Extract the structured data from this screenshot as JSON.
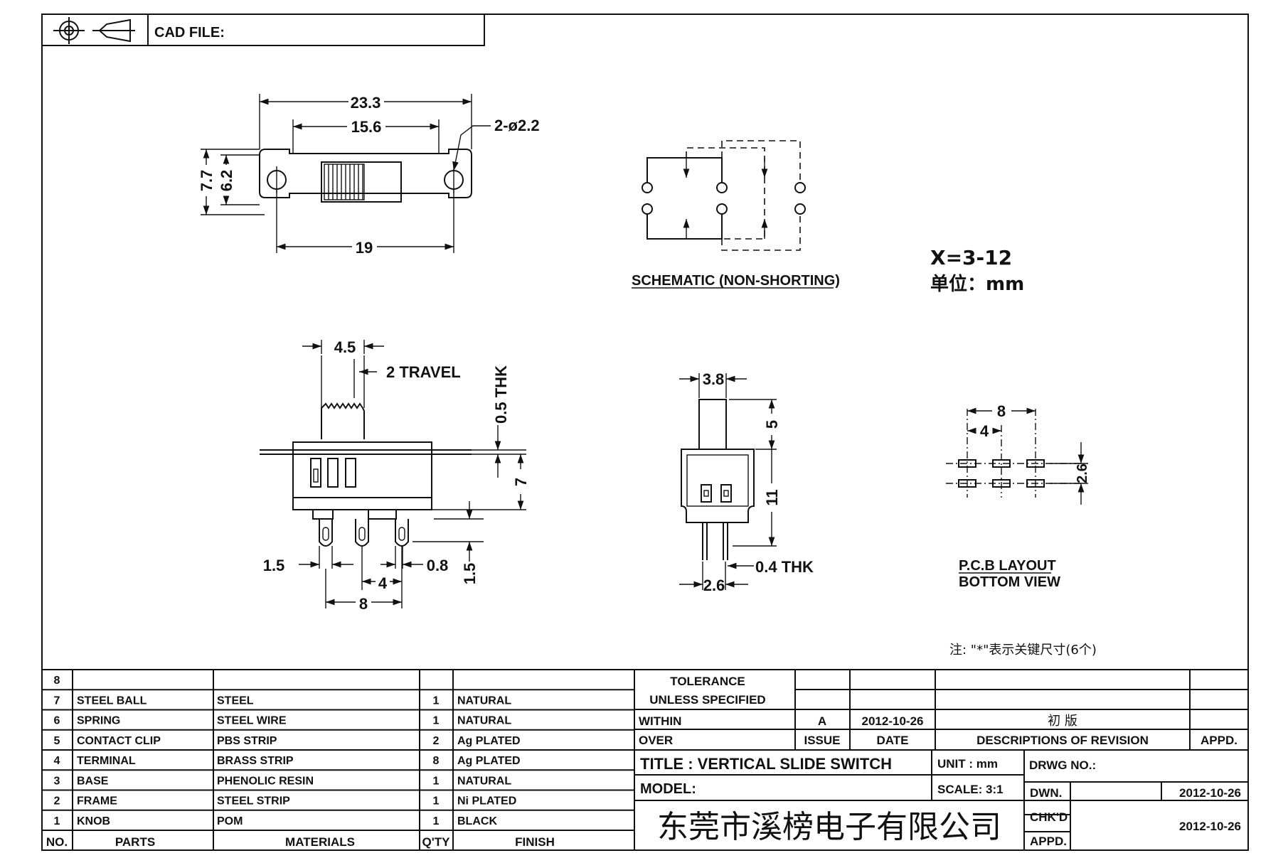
{
  "header": {
    "cad_label": "CAD FILE:"
  },
  "top_view": {
    "dim_total": "23.3",
    "dim_inner": "15.6",
    "dim_hole": "2-ø2.2",
    "dim_height_outer": "7.7",
    "dim_height_inner": "6.2",
    "dim_bottom": "19"
  },
  "schematic": {
    "caption": "SCHEMATIC (NON-SHORTING)"
  },
  "notes": {
    "x_range": "X=3-12",
    "unit": "单位：mm",
    "key_note": "注: \"*\"表示关键尺寸(6个)"
  },
  "side_view": {
    "dim_knob": "4.5",
    "dim_travel": "2 TRAVEL",
    "dim_thk": "0.5 THK",
    "dim_7": "7",
    "dim_1_5_left": "1.5",
    "dim_0_8": "0.8",
    "dim_4": "4",
    "dim_8": "8",
    "dim_1_5_right": "1.5"
  },
  "end_view": {
    "dim_3_8": "3.8",
    "dim_5": "5",
    "dim_11": "11",
    "dim_0_4": "0.4 THK",
    "dim_2_6": "2.6"
  },
  "pcb": {
    "dim_8": "8",
    "dim_4": "4",
    "dim_2_6": "2.6",
    "caption_1": "P.C.B LAYOUT",
    "caption_2": "BOTTOM VIEW"
  },
  "bom": {
    "headers": {
      "no": "NO.",
      "parts": "PARTS",
      "materials": "MATERIALS",
      "qty": "Q'TY",
      "finish": "FINISH"
    },
    "rows": [
      {
        "no": "8",
        "part": "",
        "material": "",
        "qty": "",
        "finish": ""
      },
      {
        "no": "7",
        "part": "STEEL BALL",
        "material": "STEEL",
        "qty": "1",
        "finish": "NATURAL"
      },
      {
        "no": "6",
        "part": "SPRING",
        "material": "STEEL WIRE",
        "qty": "1",
        "finish": "NATURAL"
      },
      {
        "no": "5",
        "part": "CONTACT CLIP",
        "material": "PBS STRIP",
        "qty": "2",
        "finish": "Ag PLATED"
      },
      {
        "no": "4",
        "part": "TERMINAL",
        "material": "BRASS STRIP",
        "qty": "8",
        "finish": "Ag PLATED"
      },
      {
        "no": "3",
        "part": "BASE",
        "material": "PHENOLIC RESIN",
        "qty": "1",
        "finish": "NATURAL"
      },
      {
        "no": "2",
        "part": "FRAME",
        "material": "STEEL STRIP",
        "qty": "1",
        "finish": "Ni PLATED"
      },
      {
        "no": "1",
        "part": "KNOB",
        "material": "POM",
        "qty": "1",
        "finish": "BLACK"
      }
    ]
  },
  "title_block": {
    "tolerance": "TOLERANCE",
    "unless": "UNLESS  SPECIFIED",
    "within": "WITHIN",
    "over": "OVER",
    "rev_issue": "A",
    "rev_date": "2012-10-26",
    "rev_desc": "初  版",
    "issue_label": "ISSUE",
    "date_label": "DATE",
    "desc_label": "DESCRIPTIONS OF REVISION",
    "appd_label": "APPD.",
    "title": "TITLE :  VERTICAL SLIDE SWITCH",
    "unit": "UNIT :  mm",
    "drwg_no": "DRWG NO.:",
    "model": "MODEL:",
    "scale": "SCALE:  3:1",
    "dwn": "DWN.",
    "dwn_date": "2012-10-26",
    "chkd": "CHK'D",
    "chkd_date": "2012-10-26",
    "appd2": "APPD.",
    "company": "东莞市溪榜电子有限公司"
  }
}
